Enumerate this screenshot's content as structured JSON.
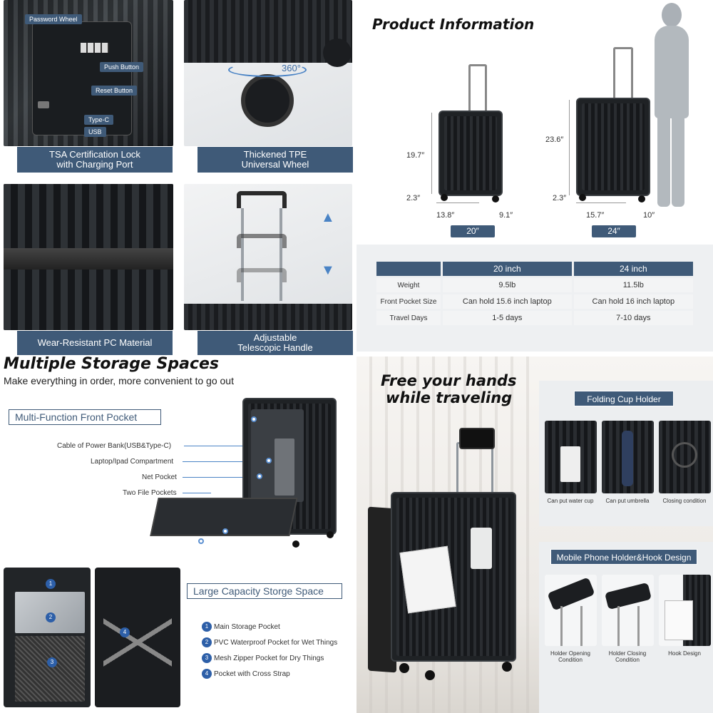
{
  "features": {
    "tsa_lock": {
      "caption_line1": "TSA Certification Lock",
      "caption_line2": "with Charging Port",
      "callouts": [
        "Password Wheel",
        "Push Button",
        "Reset Button",
        "Type-C",
        "USB"
      ]
    },
    "wheel": {
      "caption_line1": "Thickened TPE",
      "caption_line2": "Universal Wheel",
      "rotation_label": "360°"
    },
    "material": {
      "caption": "Wear-Resistant PC Material"
    },
    "handle": {
      "caption_line1": "Adjustable",
      "caption_line2": "Telescopic Handle"
    }
  },
  "product_info": {
    "title": "Product Information",
    "small": {
      "height": "19.7″",
      "wheel_height": "2.3″",
      "width": "13.8″",
      "depth": "9.1″",
      "size_label": "20″"
    },
    "large": {
      "height": "23.6″",
      "wheel_height": "2.3″",
      "width": "15.7″",
      "depth": "10″",
      "size_label": "24″"
    }
  },
  "spec_table": {
    "headers": [
      "",
      "20 inch",
      "24 inch"
    ],
    "rows": [
      [
        "Weight",
        "9.5lb",
        "11.5lb"
      ],
      [
        "Front Pocket Size",
        "Can hold 15.6 inch laptop",
        "Can hold 16 inch laptop"
      ],
      [
        "Travel Days",
        "1-5 days",
        "7-10 days"
      ]
    ]
  },
  "storage": {
    "title": "Multiple Storage Spaces",
    "subtitle": "Make everything in order, more convenient to go out",
    "front_pocket": {
      "title": "Multi-Function Front Pocket",
      "items": [
        "Cable of Power Bank(USB&Type-C)",
        "Laptop/Ipad Compartment",
        "Net Pocket",
        "Two File Pockets"
      ]
    },
    "large_capacity": {
      "title": "Large Capacity Storge Space",
      "items": [
        {
          "num": "1",
          "label": "Main Storage Pocket"
        },
        {
          "num": "2",
          "label": "PVC Waterproof Pocket for Wet Things"
        },
        {
          "num": "3",
          "label": "Mesh Zipper Pocket for Dry Things"
        },
        {
          "num": "4",
          "label": "Pocket with Cross Strap"
        }
      ]
    }
  },
  "free_hands": {
    "title_line1": "Free your hands",
    "title_line2": "while traveling",
    "cup_holder": {
      "title": "Folding Cup Holder",
      "captions": [
        "Can put water cup",
        "Can put umbrella",
        "Closing condition"
      ]
    },
    "phone_holder": {
      "title": "Mobile Phone Holder&Hook Design",
      "captions": [
        [
          "Holder Opening",
          "Condition"
        ],
        [
          "Holder Closing",
          "Condition"
        ],
        [
          "Hook Design"
        ]
      ]
    }
  }
}
